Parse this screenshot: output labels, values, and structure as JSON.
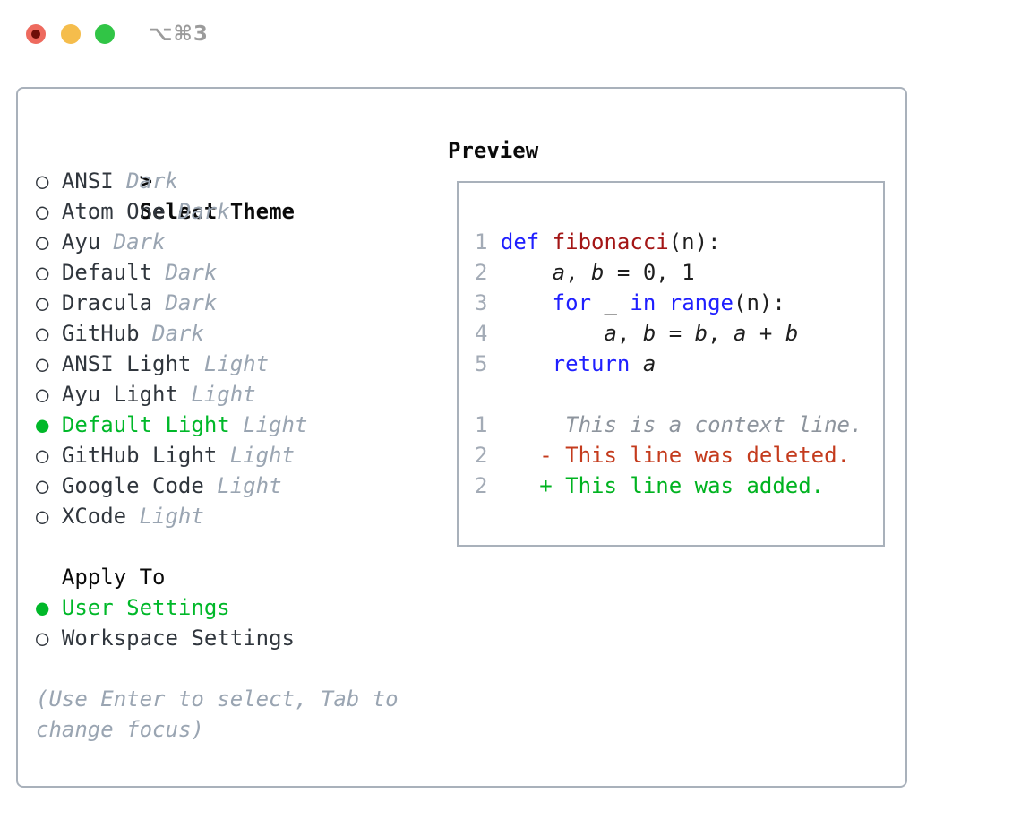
{
  "window": {
    "shortcut_label": "⌥⌘3"
  },
  "theme_picker": {
    "header": {
      "marker": ">",
      "label": "Select Theme"
    },
    "markers": {
      "unselected": "○",
      "selected": "●"
    },
    "items": [
      {
        "name": "ANSI",
        "variant": "Dark",
        "selected": false
      },
      {
        "name": "Atom One",
        "variant": "Dark",
        "selected": false
      },
      {
        "name": "Ayu",
        "variant": "Dark",
        "selected": false
      },
      {
        "name": "Default",
        "variant": "Dark",
        "selected": false
      },
      {
        "name": "Dracula",
        "variant": "Dark",
        "selected": false
      },
      {
        "name": "GitHub",
        "variant": "Dark",
        "selected": false
      },
      {
        "name": "ANSI Light",
        "variant": "Light",
        "selected": false
      },
      {
        "name": "Ayu Light",
        "variant": "Light",
        "selected": false
      },
      {
        "name": "Default Light",
        "variant": "Light",
        "selected": true
      },
      {
        "name": "GitHub Light",
        "variant": "Light",
        "selected": false
      },
      {
        "name": "Google Code",
        "variant": "Light",
        "selected": false
      },
      {
        "name": "XCode",
        "variant": "Light",
        "selected": false
      }
    ]
  },
  "apply_to": {
    "label": "Apply To",
    "options": [
      {
        "name": "User Settings",
        "selected": true
      },
      {
        "name": "Workspace Settings",
        "selected": false
      }
    ]
  },
  "help_text": [
    "(Use Enter to select, Tab to",
    "change focus)"
  ],
  "preview": {
    "title": "Preview",
    "lines": [
      {
        "num": "1",
        "tokens": [
          {
            "t": "def",
            "c": "kw"
          },
          {
            "t": " "
          },
          {
            "t": "fibonacci",
            "c": "fn"
          },
          {
            "t": "(n):"
          }
        ]
      },
      {
        "num": "2",
        "tokens": [
          {
            "t": "    "
          },
          {
            "t": "a",
            "c": "var"
          },
          {
            "t": ", "
          },
          {
            "t": "b",
            "c": "var"
          },
          {
            "t": " = 0, 1"
          }
        ]
      },
      {
        "num": "3",
        "tokens": [
          {
            "t": "    "
          },
          {
            "t": "for",
            "c": "kw"
          },
          {
            "t": " _ "
          },
          {
            "t": "in",
            "c": "kw"
          },
          {
            "t": " "
          },
          {
            "t": "range",
            "c": "kw"
          },
          {
            "t": "(n):"
          }
        ]
      },
      {
        "num": "4",
        "tokens": [
          {
            "t": "        "
          },
          {
            "t": "a",
            "c": "var"
          },
          {
            "t": ", "
          },
          {
            "t": "b",
            "c": "var"
          },
          {
            "t": " = "
          },
          {
            "t": "b",
            "c": "var"
          },
          {
            "t": ", "
          },
          {
            "t": "a",
            "c": "var"
          },
          {
            "t": " + "
          },
          {
            "t": "b",
            "c": "var"
          }
        ]
      },
      {
        "num": "5",
        "tokens": [
          {
            "t": "    "
          },
          {
            "t": "return",
            "c": "kw"
          },
          {
            "t": " "
          },
          {
            "t": "a",
            "c": "var"
          }
        ]
      },
      {
        "num": "",
        "tokens": []
      },
      {
        "num": "1",
        "tokens": [
          {
            "t": "     "
          },
          {
            "t": "This is a context line.",
            "c": "ctx"
          }
        ]
      },
      {
        "num": "2",
        "tokens": [
          {
            "t": "   "
          },
          {
            "t": "- This line was deleted.",
            "c": "del"
          }
        ]
      },
      {
        "num": "2",
        "tokens": [
          {
            "t": "   "
          },
          {
            "t": "+ This line was added.",
            "c": "add"
          }
        ]
      }
    ]
  },
  "colors": {
    "accent_green": "#00b829",
    "keyword_blue": "#1f1fff",
    "function_red": "#a31515",
    "deleted_red": "#c43b1d",
    "added_green": "#00b320",
    "muted_gray": "#9aa5b2",
    "line_number_gray": "#a3abb6",
    "context_gray": "#8d949d",
    "text_dark": "#30363d",
    "border_gray": "#a9b1bb",
    "traffic_red": "#ee6a5e",
    "traffic_yellow": "#f5bd4c",
    "traffic_green": "#31c546"
  }
}
